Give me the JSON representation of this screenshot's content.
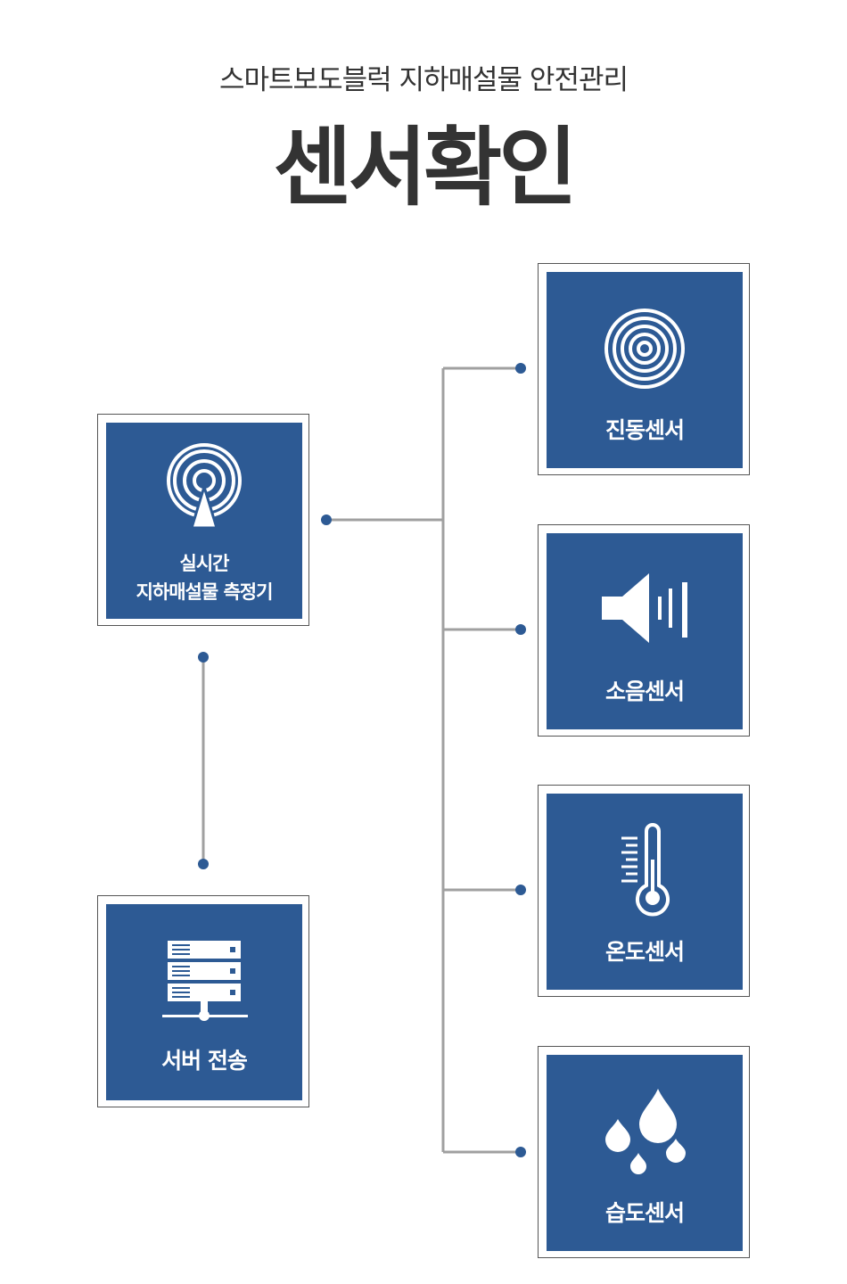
{
  "header": {
    "subtitle": "스마트보도블럭 지하매설물 안전관리",
    "title": "센서확인"
  },
  "colors": {
    "card": "#2d5a94",
    "line": "#a0a0a0",
    "dot": "#2d5a94",
    "text": "#333333"
  },
  "nodes": {
    "measure": {
      "line1": "실시간",
      "line2": "지하매설물 측정기",
      "icon": "broadcast-antenna-icon"
    },
    "server": {
      "label": "서버 전송",
      "icon": "server-rack-icon"
    },
    "vibration": {
      "label": "진동센서",
      "icon": "concentric-rings-icon"
    },
    "noise": {
      "label": "소음센서",
      "icon": "speaker-icon"
    },
    "temperature": {
      "label": "온도센서",
      "icon": "thermometer-icon"
    },
    "humidity": {
      "label": "습도센서",
      "icon": "water-drops-icon"
    }
  }
}
